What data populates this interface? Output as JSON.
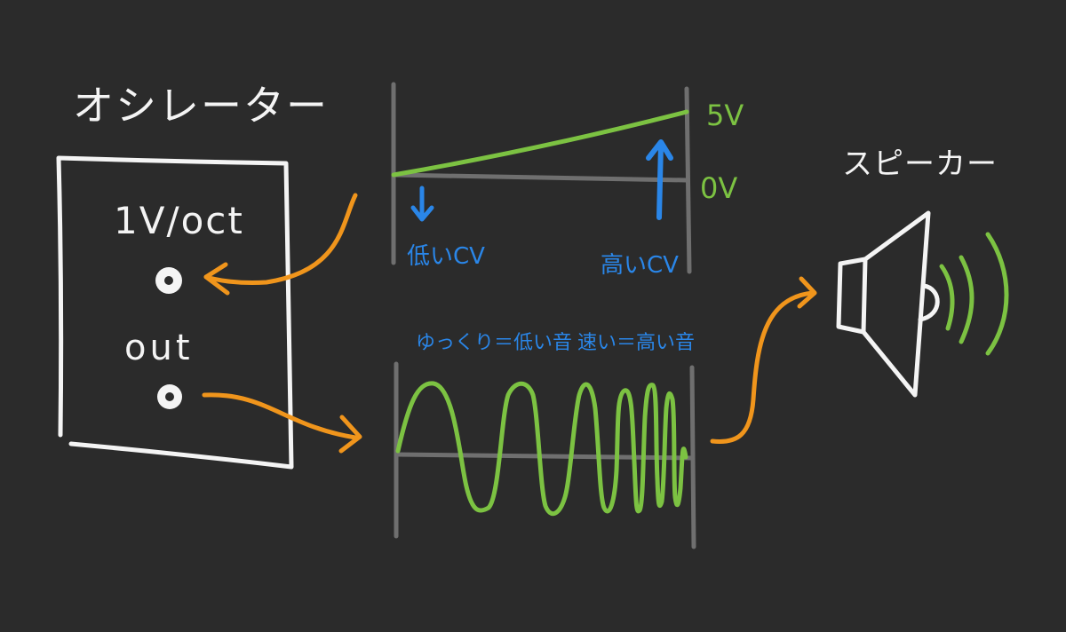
{
  "oscillator": {
    "title": "オシレーター",
    "input_label": "1V/oct",
    "output_label": "out"
  },
  "cv_graph": {
    "high_voltage_label": "5V",
    "low_voltage_label": "0V",
    "low_cv_label": "低いCV",
    "high_cv_label": "高いCV"
  },
  "waveform": {
    "slow_label": "ゆっくり＝低い音",
    "fast_label": "速い＝高い音"
  },
  "speaker": {
    "title": "スピーカー"
  },
  "colors": {
    "background": "#2b2b2b",
    "stroke_white": "#f4f4f4",
    "cv_line": "#7cc242",
    "arrow_blue": "#2a86e8",
    "cable_orange": "#f0951c",
    "axis_gray": "#6f6f6f"
  }
}
